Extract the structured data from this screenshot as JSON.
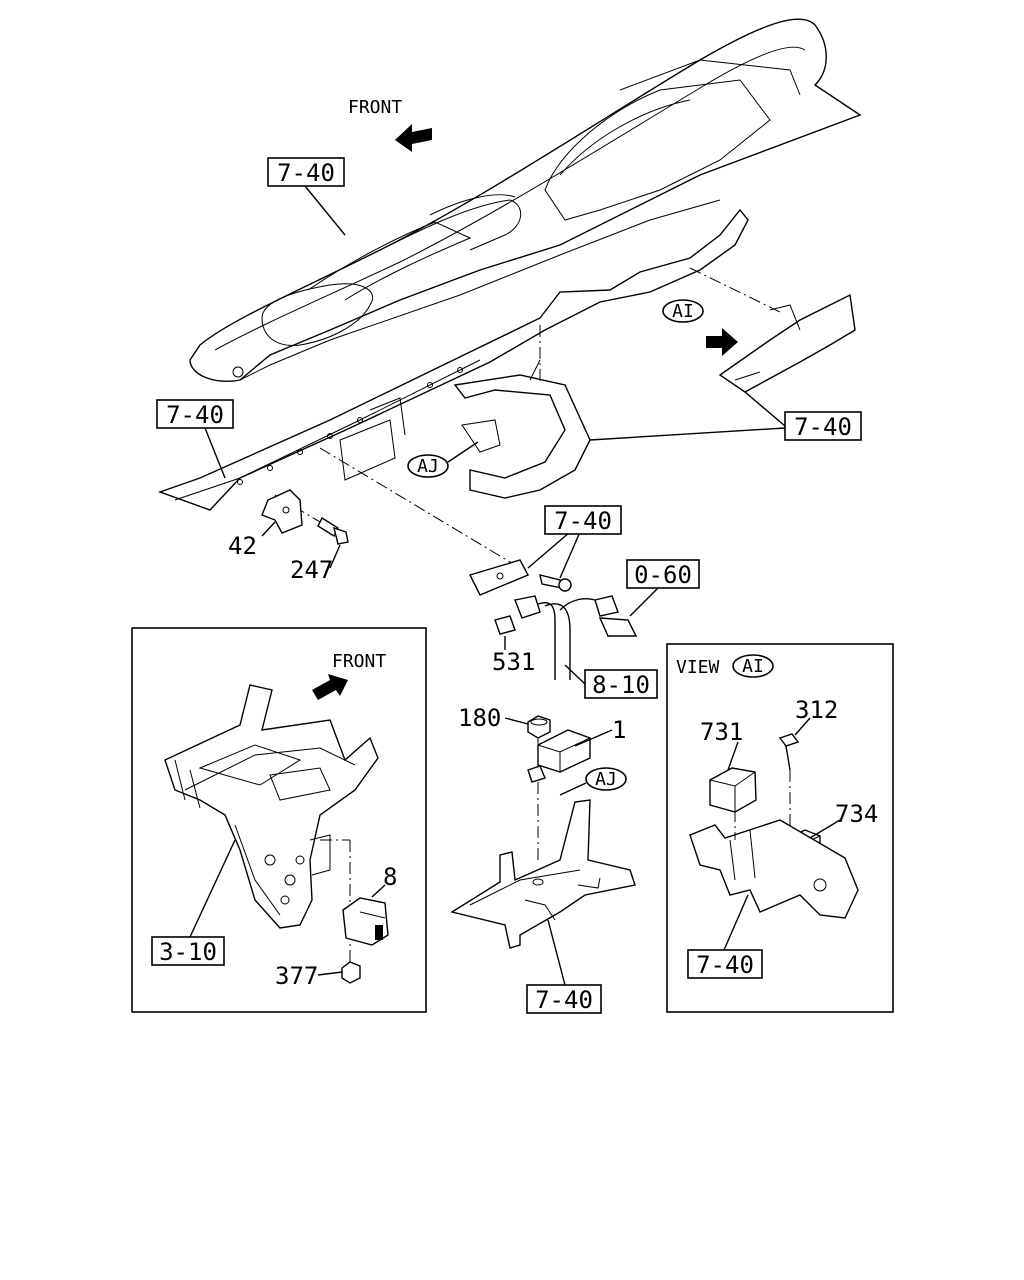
{
  "front_label_top": "FRONT",
  "front_label_left": "FRONT",
  "view_label": "VIEW",
  "view_ref": "AI",
  "callouts": {
    "ai_top": "AI",
    "aj_main": "AJ",
    "aj_center": "AJ"
  },
  "boxed_refs": {
    "dash_top": "7-40",
    "rail_left": "7-40",
    "bracket_right": "7-40",
    "bolt_bracket": "7-40",
    "connector": "0-60",
    "harness": "8-10",
    "stand_left": "3-10",
    "center_base": "7-40",
    "view_base": "7-40"
  },
  "part_numbers": {
    "p42": "42",
    "p247": "247",
    "p531": "531",
    "p180": "180",
    "p1": "1",
    "p8": "8",
    "p377": "377",
    "p312": "312",
    "p731": "731",
    "p734": "734"
  }
}
